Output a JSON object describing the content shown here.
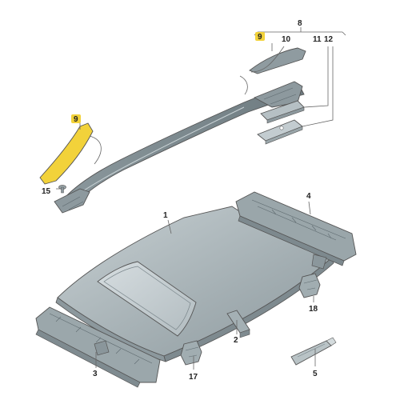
{
  "labels": {
    "p1": "1",
    "p2": "2",
    "p3": "3",
    "p4": "4",
    "p5": "5",
    "p8": "8",
    "p9a": "9",
    "p9b": "9",
    "p10": "10",
    "p11": "11",
    "p12": "12",
    "p15": "15",
    "p17": "17",
    "p18": "18"
  },
  "colors": {
    "highlight": "#f2d23a",
    "part_dark": "#7d8b90",
    "part_mid": "#a9b5b9",
    "part_light": "#c9d2d5",
    "outline": "#555555"
  }
}
